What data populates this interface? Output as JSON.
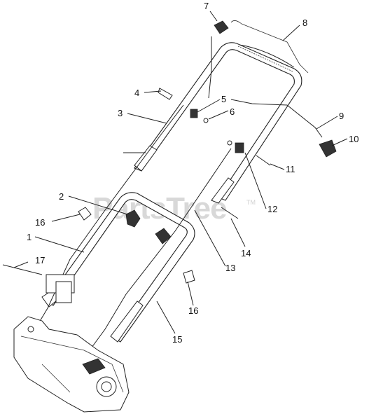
{
  "watermark": {
    "text": "PartsTree",
    "tm": "TM"
  },
  "callouts": [
    {
      "id": "c7",
      "label": "7"
    },
    {
      "id": "c8",
      "label": "8"
    },
    {
      "id": "c4",
      "label": "4"
    },
    {
      "id": "c5",
      "label": "5"
    },
    {
      "id": "c6",
      "label": "6"
    },
    {
      "id": "c3",
      "label": "3"
    },
    {
      "id": "c9",
      "label": "9"
    },
    {
      "id": "c10",
      "label": "10"
    },
    {
      "id": "c11",
      "label": "11"
    },
    {
      "id": "c12",
      "label": "12"
    },
    {
      "id": "c2",
      "label": "2"
    },
    {
      "id": "c16a",
      "label": "16"
    },
    {
      "id": "c1",
      "label": "1"
    },
    {
      "id": "c14",
      "label": "14"
    },
    {
      "id": "c13",
      "label": "13"
    },
    {
      "id": "c17",
      "label": "17"
    },
    {
      "id": "c16b",
      "label": "16"
    },
    {
      "id": "c15",
      "label": "15"
    }
  ]
}
